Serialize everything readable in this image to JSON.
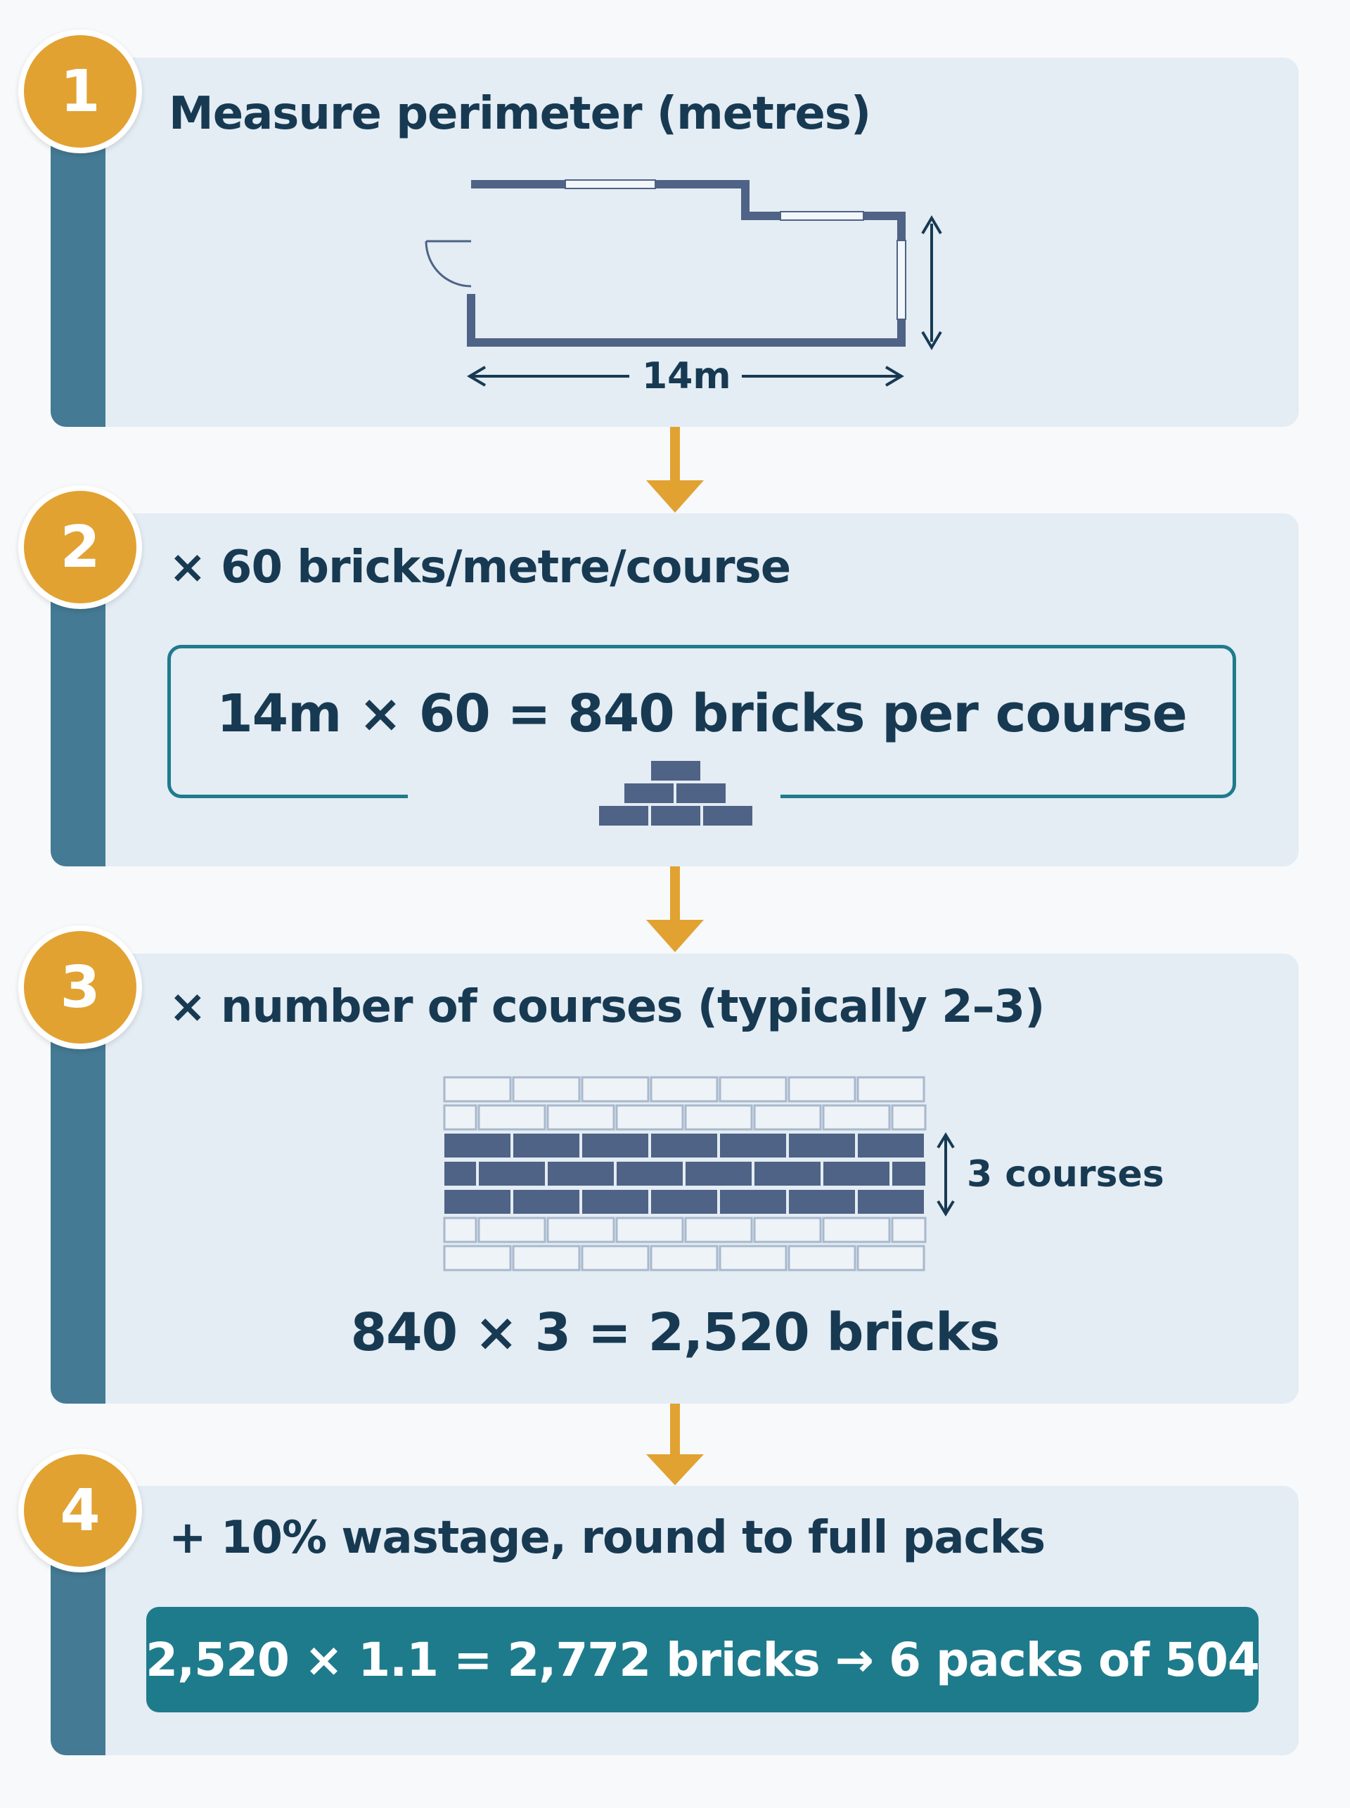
{
  "steps": [
    {
      "number": "1",
      "heading": "Measure perimeter (metres)",
      "dimension_label": "14m"
    },
    {
      "number": "2",
      "heading": "× 60 bricks/metre/course",
      "calculation": "14m × 60 = 840 bricks per course"
    },
    {
      "number": "3",
      "heading": "× number of courses (typically 2–3)",
      "courses_label": "3 courses",
      "result": "840 × 3 = 2,520 bricks"
    },
    {
      "number": "4",
      "heading": "+ 10% wastage, round to full packs",
      "result": "2,520 × 1.1 = 2,772 bricks → 6 packs of 504"
    }
  ],
  "colors": {
    "card": "#e4ecf4",
    "side_bar": "#447a94",
    "badge": "#e1a232",
    "text": "#173a52",
    "accent_teal": "#1e7b8c",
    "brick": "#4e6385",
    "arrow": "#e1a232"
  }
}
